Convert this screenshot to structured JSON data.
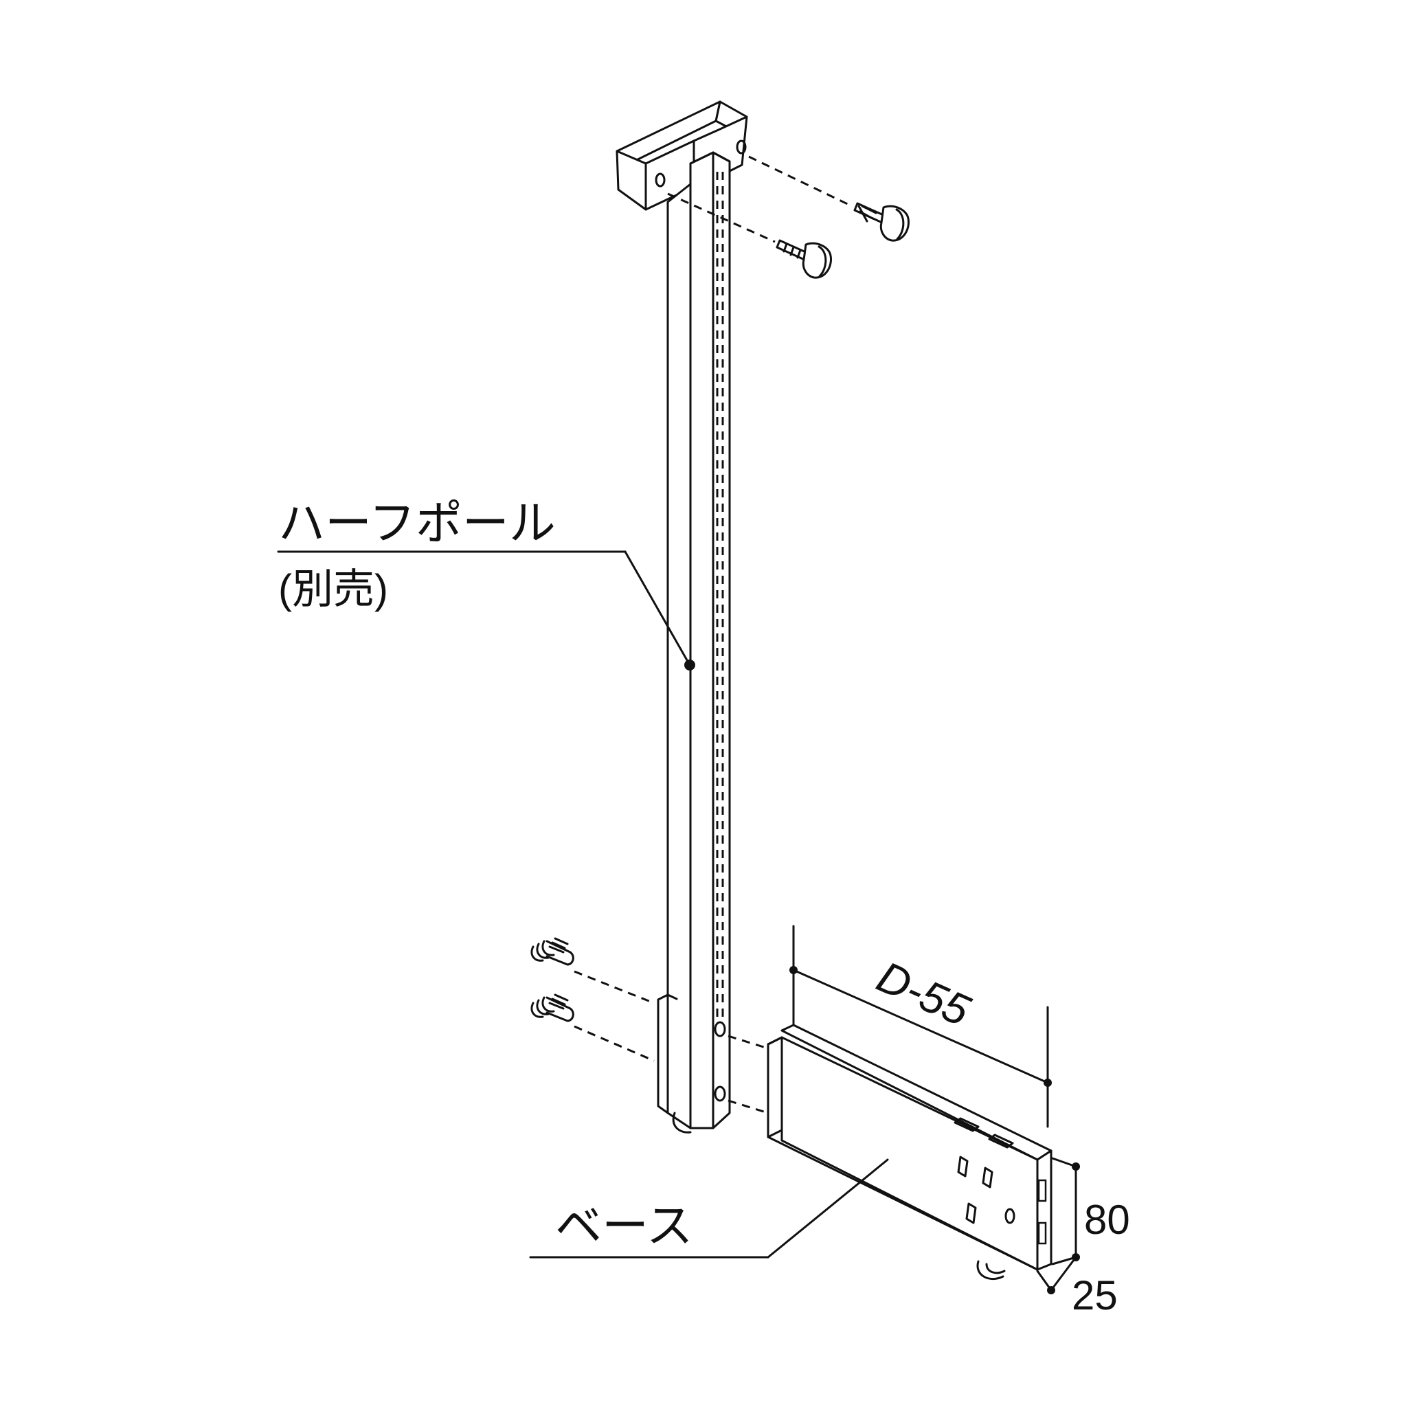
{
  "labels": {
    "pole_name": "ハーフポール",
    "pole_note": "(別売)",
    "base_name": "ベース"
  },
  "dimensions": {
    "length": "D-55",
    "height": "80",
    "depth": "25"
  },
  "colors": {
    "line": "#111111",
    "background": "#ffffff"
  }
}
